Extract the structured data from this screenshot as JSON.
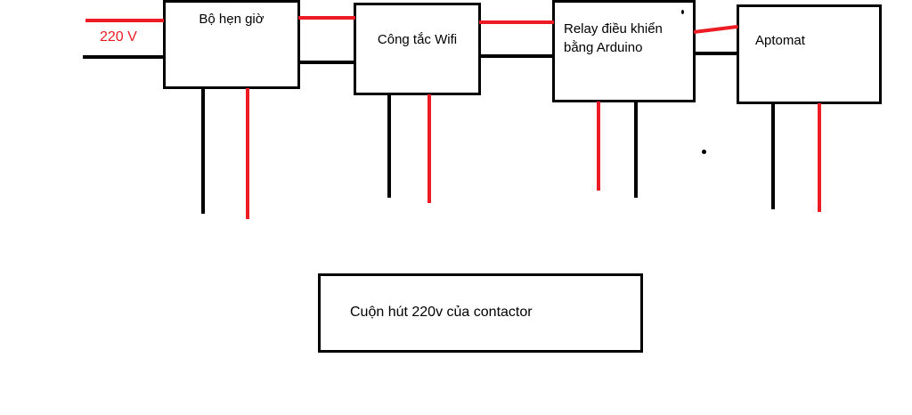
{
  "diagram": {
    "source_label": "220 V",
    "wire_colors": {
      "live": "#ed1c24",
      "neutral": "#000000"
    },
    "boxes": [
      {
        "id": "timer",
        "label": "Bộ hẹn giờ"
      },
      {
        "id": "wifi-switch",
        "label": "Công tắc Wifi"
      },
      {
        "id": "arduino-relay",
        "label": "Relay điều khiển bằng Arduino"
      },
      {
        "id": "aptomat",
        "label": "Aptomat"
      },
      {
        "id": "contactor-coil",
        "label": "Cuộn hút 220v của contactor"
      }
    ],
    "connections": [
      {
        "from": "220 V source",
        "to": "Bộ hẹn giờ",
        "wires": [
          "red",
          "black"
        ]
      },
      {
        "from": "Bộ hẹn giờ",
        "to": "Công tắc Wifi",
        "wires": [
          "red",
          "black"
        ]
      },
      {
        "from": "Công tắc Wifi",
        "to": "Relay điều khiển bằng Arduino",
        "wires": [
          "red",
          "black"
        ]
      },
      {
        "from": "Relay điều khiển bằng Arduino",
        "to": "Aptomat",
        "wires": [
          "red",
          "black"
        ]
      },
      {
        "from": "Bộ hẹn giờ",
        "to": "down (open ends)",
        "wires": [
          "black",
          "red"
        ]
      },
      {
        "from": "Công tắc Wifi",
        "to": "down (open ends)",
        "wires": [
          "black",
          "red"
        ]
      },
      {
        "from": "Relay điều khiển bằng Arduino",
        "to": "down (open ends)",
        "wires": [
          "red",
          "black"
        ]
      },
      {
        "from": "Aptomat",
        "to": "down (open ends)",
        "wires": [
          "black",
          "red"
        ]
      }
    ]
  }
}
